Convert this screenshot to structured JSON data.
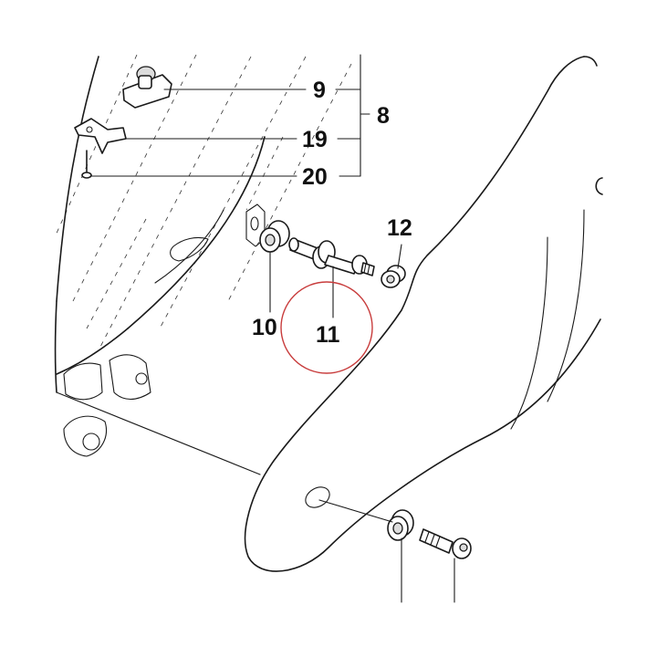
{
  "diagram": {
    "callouts": [
      {
        "id": "9",
        "label": "9"
      },
      {
        "id": "8",
        "label": "8"
      },
      {
        "id": "19",
        "label": "19"
      },
      {
        "id": "20",
        "label": "20"
      },
      {
        "id": "12",
        "label": "12"
      },
      {
        "id": "10",
        "label": "10"
      },
      {
        "id": "11",
        "label": "11"
      }
    ],
    "highlight_color": "#c83c3c",
    "ink_color": "#1a1a1a"
  }
}
